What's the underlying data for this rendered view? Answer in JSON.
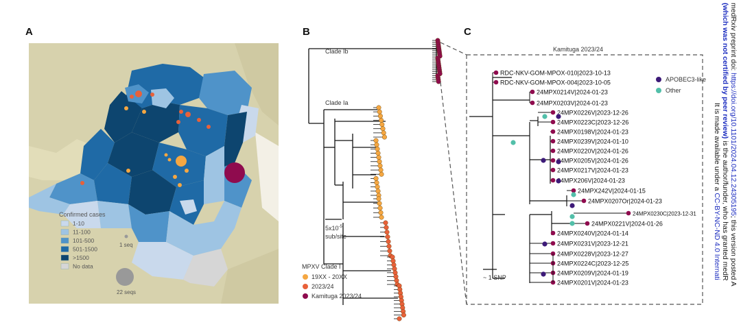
{
  "panels": {
    "a": {
      "letter": "A"
    },
    "b": {
      "letter": "B"
    },
    "c": {
      "letter": "C"
    }
  },
  "map": {
    "legend_title": "Confirmed cases",
    "legend_items": [
      {
        "label": "1-10",
        "color": "#c9d9ec"
      },
      {
        "label": "11-100",
        "color": "#9ec4e3"
      },
      {
        "label": "101-500",
        "color": "#4f93c9"
      },
      {
        "label": "501-1500",
        "color": "#1f6aa6"
      },
      {
        "label": ">1500",
        "color": "#0d456f"
      },
      {
        "label": "No data",
        "color": "#d6d6d6"
      }
    ],
    "size_legend": [
      {
        "label": "1 seq"
      },
      {
        "label": "22 seqs"
      }
    ],
    "colors": {
      "background": "#d7d2ad",
      "water": "#f3f0e6",
      "clade_19xx": "#f5a742",
      "clade_2023": "#e8613a",
      "kamituga": "#8f0b4e"
    }
  },
  "tree": {
    "clade_ib": "Clade Ib",
    "clade_ia": "Clade Ia",
    "scale": {
      "value": "5x10",
      "exponent": "-5",
      "unit": "sub/site"
    },
    "legend_title": "MPXV Clade I",
    "legend_items": [
      {
        "label": "19XX - 20XX",
        "color": "#f5a742"
      },
      {
        "label": "2023/24",
        "color": "#e8613a"
      },
      {
        "label": "Kamituga 2023/24",
        "color": "#8f0b4e"
      }
    ]
  },
  "kamituga": {
    "title": "Kamituga 2023/24",
    "legend_items": [
      {
        "label": "APOBEC3-like",
        "color": "#3d1a78"
      },
      {
        "label": "Other",
        "color": "#52bfa9"
      }
    ],
    "scale_label": "~ 1 SNP",
    "tips": [
      "RDC-NKV-GOM-MPOX-010|2023-10-13",
      "RDC-NKV-GOM-MPOX-004|2023-10-05",
      "24MPX0214V|2024-01-23",
      "24MPX0203V|2024-01-23",
      "24MPX0226V|2023-12-26",
      "24MPX0223C|2023-12-26",
      "24MPX0198V|2024-01-23",
      "24MPX0239V|2024-01-10",
      "24MPX0220V|2024-01-26",
      "24MPX0205V|2024-01-26",
      "24MPX0217V|2024-01-23",
      "24MPX206V|2024-01-23",
      "24MPX242V|2024-01-15",
      "24MPX0207Or|2024-01-23",
      "24MPX0230C|2023-12-31",
      "24MPX0221V|2024-01-26",
      "24MPX0240V|2024-01-14",
      "24MPX0231V|2023-12-21",
      "24MPX0228V|2023-12-27",
      "24MPX0224C|2023-12-25",
      "24MPX0209V|2024-01-19",
      "24MPX0201V|2024-01-23"
    ]
  },
  "side_note": {
    "line1a": "medRxiv preprint doi: ",
    "line1b": "https://doi.org/10.1101/2024.04.12.24305195",
    "line1c": "; this version posted A",
    "line2a": "(which was not certified by peer review)",
    "line2b": " is the author/funder, who has granted medR",
    "line3a": "It is made available under a ",
    "line3b": "CC-BY-NC-ND 4.0 Internati"
  }
}
